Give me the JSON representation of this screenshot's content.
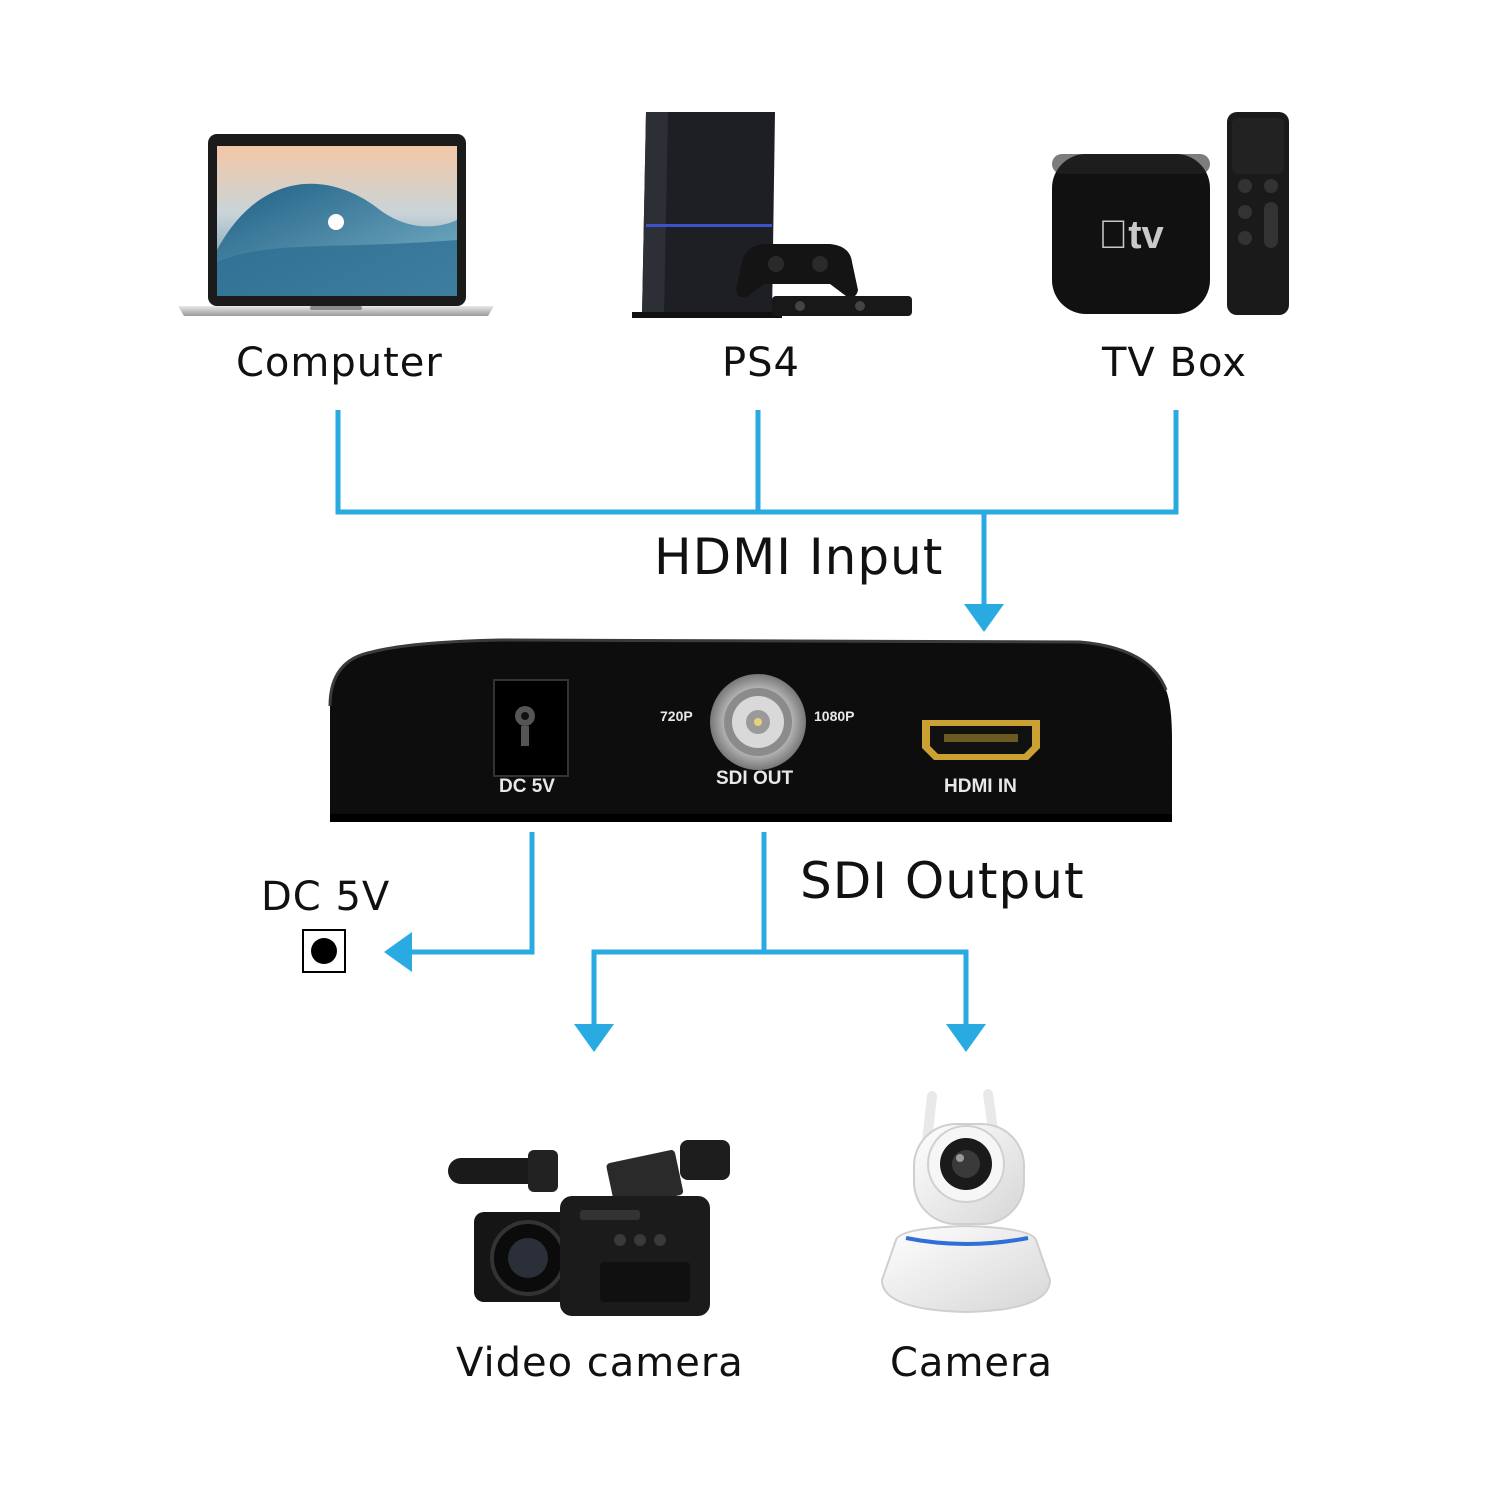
{
  "sources": [
    {
      "label": "Computer",
      "icon": "laptop-icon"
    },
    {
      "label": "PS4",
      "icon": "game-console-icon"
    },
    {
      "label": "TV Box",
      "icon": "tv-box-icon"
    }
  ],
  "hdmi_input_label": "HDMI Input",
  "sdi_output_label": "SDI Output",
  "power_label": "DC 5V",
  "device": {
    "ports": {
      "dc": "DC 5V",
      "sdi": "SDI OUT",
      "sdi_left": "720P",
      "sdi_right": "1080P",
      "hdmi": "HDMI IN"
    }
  },
  "outputs": [
    {
      "label": "Video camera",
      "icon": "video-camera-icon"
    },
    {
      "label": "Camera",
      "icon": "ip-camera-icon"
    }
  ],
  "tv_logo_text": "tv",
  "colors": {
    "connector": "#29aae1",
    "device": "#0d0d0d"
  }
}
